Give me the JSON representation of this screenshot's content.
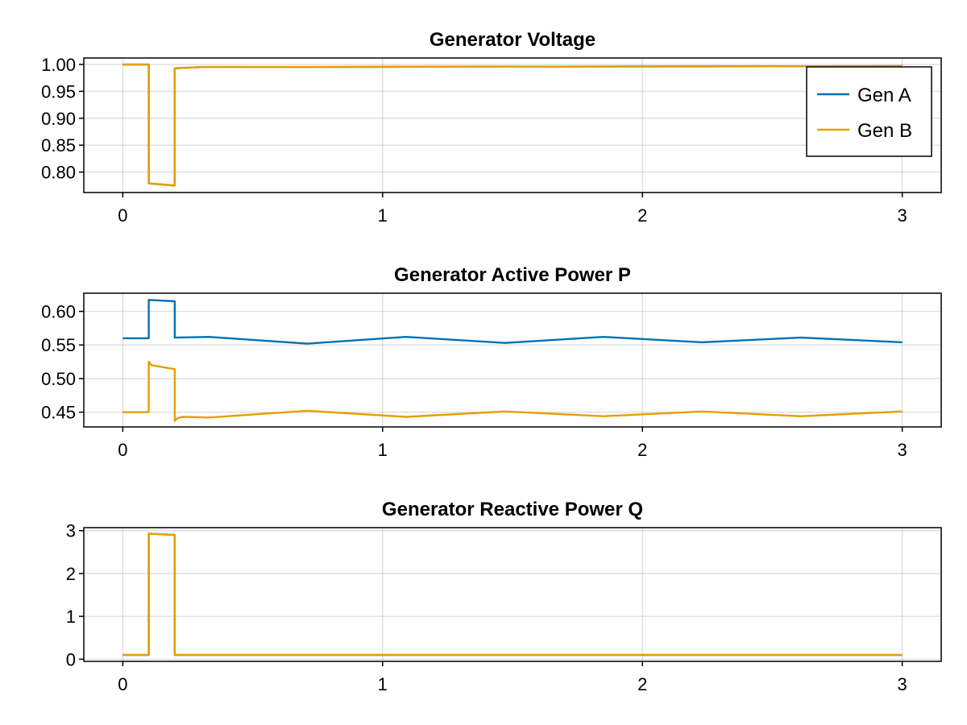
{
  "chart_data": [
    {
      "type": "line",
      "title": "Generator Voltage",
      "xlim": [
        -0.15,
        3.15
      ],
      "ylim": [
        0.762,
        1.012
      ],
      "xticks": [
        0,
        1,
        2,
        3
      ],
      "yticks": [
        0.8,
        0.85,
        0.9,
        0.95,
        1.0
      ],
      "xtick_labels": [
        "0",
        "1",
        "2",
        "3"
      ],
      "ytick_labels": [
        "0.80",
        "0.85",
        "0.90",
        "0.95",
        "1.00"
      ],
      "grid": true,
      "legend": {
        "placement": "top-right",
        "entries": [
          "Gen A",
          "Gen B"
        ]
      },
      "series": [
        {
          "name": "Gen A",
          "color": "#0072b2",
          "x": [
            0,
            0.1,
            0.1,
            0.2,
            0.2,
            0.3,
            3.0
          ],
          "y": [
            1.0,
            1.0,
            0.779,
            0.775,
            0.993,
            0.995,
            0.997
          ]
        },
        {
          "name": "Gen B",
          "color": "#e69f00",
          "x": [
            0,
            0.1,
            0.1,
            0.2,
            0.2,
            0.3,
            3.0
          ],
          "y": [
            1.0,
            1.0,
            0.779,
            0.775,
            0.993,
            0.995,
            0.997
          ]
        }
      ]
    },
    {
      "type": "line",
      "title": "Generator Active Power P",
      "xlim": [
        -0.15,
        3.15
      ],
      "ylim": [
        0.428,
        0.627
      ],
      "xticks": [
        0,
        1,
        2,
        3
      ],
      "yticks": [
        0.45,
        0.5,
        0.55,
        0.6
      ],
      "xtick_labels": [
        "0",
        "1",
        "2",
        "3"
      ],
      "ytick_labels": [
        "0.45",
        "0.50",
        "0.55",
        "0.60"
      ],
      "grid": true,
      "series": [
        {
          "name": "Gen A",
          "color": "#0072b2",
          "x": [
            0,
            0.1,
            0.1,
            0.2,
            0.2,
            0.33,
            0.71,
            1.09,
            1.47,
            1.85,
            2.23,
            2.61,
            3.0
          ],
          "y": [
            0.56,
            0.56,
            0.617,
            0.615,
            0.561,
            0.562,
            0.552,
            0.562,
            0.553,
            0.562,
            0.554,
            0.561,
            0.554
          ]
        },
        {
          "name": "Gen B",
          "color": "#e69f00",
          "x": [
            0,
            0.1,
            0.1,
            0.11,
            0.2,
            0.2,
            0.21,
            0.23,
            0.33,
            0.71,
            1.09,
            1.47,
            1.85,
            2.23,
            2.61,
            3.0
          ],
          "y": [
            0.45,
            0.45,
            0.525,
            0.52,
            0.514,
            0.437,
            0.441,
            0.443,
            0.442,
            0.452,
            0.443,
            0.451,
            0.444,
            0.451,
            0.444,
            0.451
          ]
        }
      ]
    },
    {
      "type": "line",
      "title": "Generator Reactive Power Q",
      "xlim": [
        -0.15,
        3.15
      ],
      "ylim": [
        -0.05,
        3.07
      ],
      "xticks": [
        0,
        1,
        2,
        3
      ],
      "yticks": [
        0,
        1,
        2,
        3
      ],
      "xtick_labels": [
        "0",
        "1",
        "2",
        "3"
      ],
      "ytick_labels": [
        "0",
        "1",
        "2",
        "3"
      ],
      "grid": true,
      "series": [
        {
          "name": "Gen A",
          "color": "#0072b2",
          "x": [
            0,
            0.1,
            0.1,
            0.2,
            0.2,
            3.0
          ],
          "y": [
            0.1,
            0.1,
            2.93,
            2.9,
            0.1,
            0.1
          ]
        },
        {
          "name": "Gen B",
          "color": "#e69f00",
          "x": [
            0,
            0.1,
            0.1,
            0.2,
            0.2,
            3.0
          ],
          "y": [
            0.1,
            0.1,
            2.93,
            2.9,
            0.1,
            0.1
          ]
        }
      ]
    }
  ]
}
